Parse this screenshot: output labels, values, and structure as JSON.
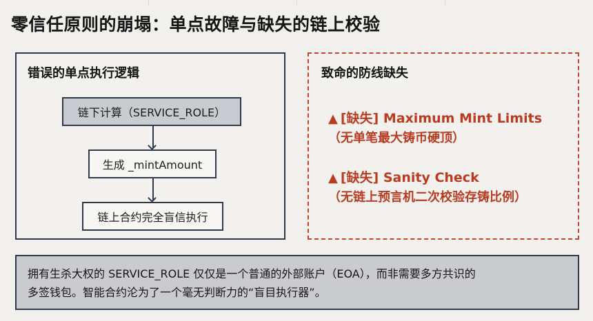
{
  "title": "零信任原则的崩塌：单点故障与缺失的链上校验",
  "left_panel": {
    "title": "错误的单点执行逻辑",
    "flow": [
      {
        "label": "链下计算（SERVICE_ROLE）",
        "highlighted": true
      },
      {
        "label": "生成 _mintAmount",
        "highlighted": false
      },
      {
        "label": "链上合约完全盲信执行",
        "highlighted": false
      }
    ]
  },
  "right_panel": {
    "title": "致命的防线缺失",
    "items": [
      {
        "icon": "warning-icon",
        "glyph": "▲",
        "label": "[缺失] Maximum Mint Limits",
        "detail": "（无单笔最大铸币硬顶）"
      },
      {
        "icon": "warning-icon",
        "glyph": "▲",
        "label": "[缺失] Sanity Check",
        "detail": "（无链上预言机二次校验存铸比例）"
      }
    ],
    "accent_color": "#b83c22"
  },
  "note": {
    "line1": "拥有生杀大权的 SERVICE_ROLE 仅仅是一个普通的外部账户（EOA），而非需要多方共识的",
    "line2": "多签钱包。智能合约沦为了一个毫无判断力的“盲目执行器”。"
  }
}
